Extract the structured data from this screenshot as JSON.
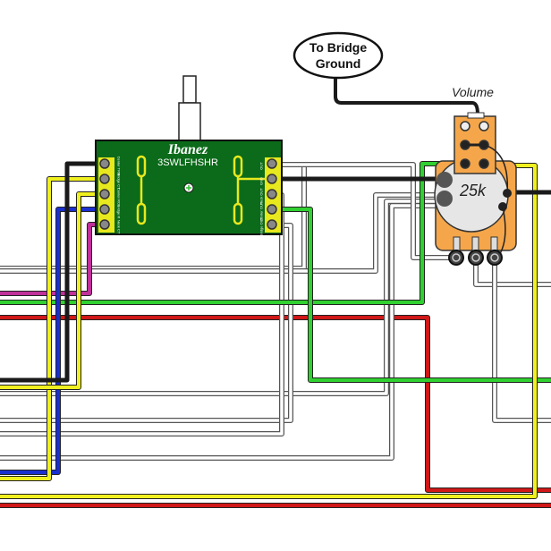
{
  "callout": {
    "line1": "To Bridge",
    "line2": "Ground"
  },
  "volume": {
    "label": "Volume",
    "value": "25k"
  },
  "switch": {
    "brand": "Ibanez",
    "model": "3SWLFHSHR",
    "left_pins": [
      "Center TRM",
      "Bridge CT",
      "Center RO",
      "Bridge R",
      "Neck CT"
    ],
    "right_pins": [
      "OUT",
      "GND",
      "Neck OUT",
      "Center OUT",
      "Bridge OUT"
    ]
  },
  "colors": {
    "board": "#0b6b1a",
    "pad": "#e8e81e",
    "pot": "#f5a64a",
    "black": "#1a1a1a",
    "yellow": "#f0f020",
    "blue": "#1a2fd0",
    "magenta": "#c0309a",
    "green": "#30d030",
    "red": "#d01818",
    "white": "#cfcfcf"
  }
}
